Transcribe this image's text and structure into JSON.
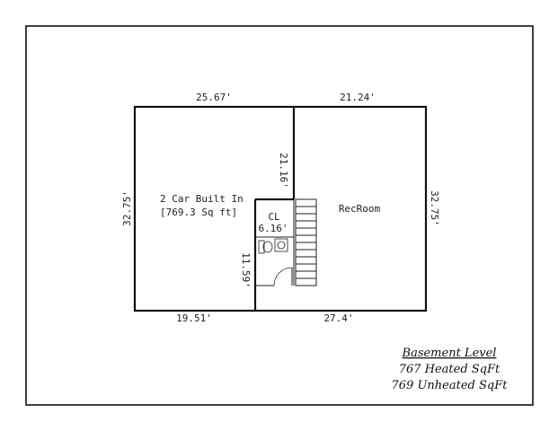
{
  "rooms": {
    "garage_label": "2 Car Built In",
    "garage_area": "[769.3 Sq ft]",
    "closet_label": "CL",
    "closet_dim": "6.16'",
    "rec_label": "RecRoom"
  },
  "dimensions": {
    "top_left": "25.67'",
    "top_right": "21.24'",
    "left": "32.75'",
    "right": "32.75'",
    "bottom_left": "19.51'",
    "bottom_right": "27.4'",
    "interior_wall": "21.16'",
    "lower_wall": "11.59'"
  },
  "legend": {
    "title": "Basement Level",
    "heated": "767 Heated SqFt",
    "unheated": "769 Unheated SqFt"
  }
}
